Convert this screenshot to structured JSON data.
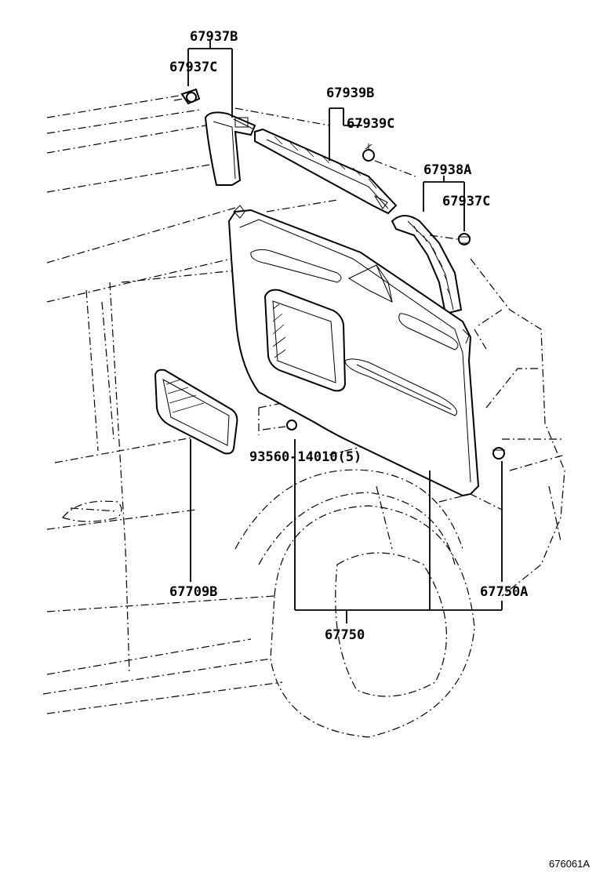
{
  "diagram": {
    "labels": {
      "p67937B": "67937B",
      "p67937C_top": "67937C",
      "p67939B": "67939B",
      "p67939C": "67939C",
      "p67938A": "67938A",
      "p67937C_right": "67937C",
      "p93560": "93560-14010(5)",
      "p67709B": "67709B",
      "p67750A": "67750A",
      "p67750": "67750"
    },
    "figure_code": "676061A"
  }
}
